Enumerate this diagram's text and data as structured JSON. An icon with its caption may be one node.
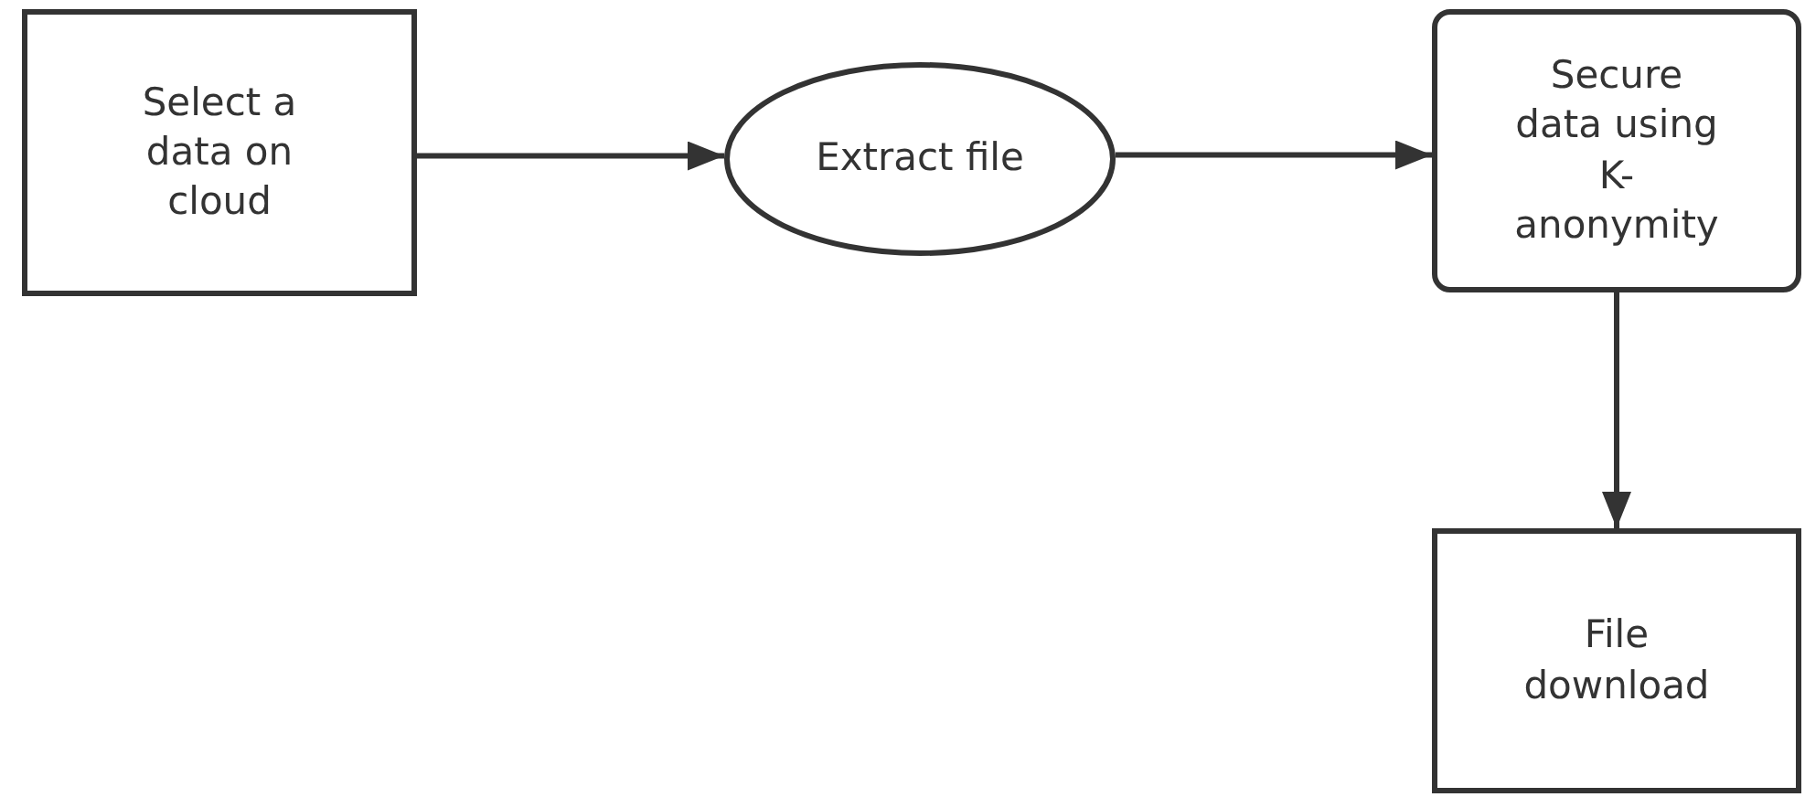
{
  "diagram": {
    "nodes": [
      {
        "text": [
          "Select a data on cloud"
        ]
      },
      {
        "text": [
          "Extract file"
        ]
      },
      {
        "text": [
          "Secure data using K-anonymity"
        ]
      },
      {
        "text": [
          "File download"
        ]
      }
    ],
    "edges": [
      {
        "from": 0,
        "to": 1,
        "arrow": "to"
      },
      {
        "from": 1,
        "to": 2,
        "arrow": "to"
      },
      {
        "from": 2,
        "to": 3,
        "arrow": "to"
      }
    ]
  }
}
